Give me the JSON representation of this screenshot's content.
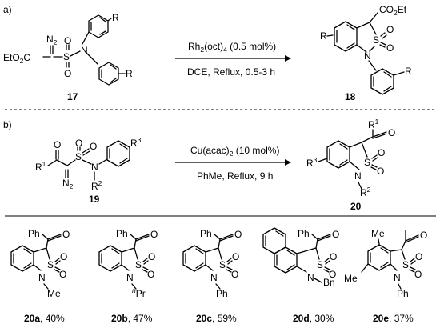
{
  "part_a": {
    "label": "a)",
    "reagent": {
      "base": "Rh",
      "s1": "2",
      "mid": "(oct)",
      "s2": "4",
      "tail": " (0.5 mol%)"
    },
    "conditions": "DCE, Reflux, 0.5-3 h",
    "substrate": {
      "number": "17",
      "N2": "N",
      "N2_sub": "2",
      "ester": "EtO",
      "ester_sub": "2",
      "ester_pre": "C",
      "R1": "R",
      "R2": "R",
      "S": "S",
      "O": "O",
      "N": "N"
    },
    "product": {
      "number": "18",
      "CO2Et": "CO",
      "CO2Et_sub": "2",
      "CO2Et_tail": "Et",
      "R1": "R",
      "R2": "R",
      "S": "S",
      "O": "O",
      "N": "N"
    }
  },
  "part_b": {
    "label": "b)",
    "reagent": {
      "base": "Cu(acac)",
      "s1": "2",
      "tail": " (10 mol%)"
    },
    "conditions": "PhMe, Reflux, 9 h",
    "substrate": {
      "number": "19",
      "R1": "R",
      "R1_sup": "1",
      "R2": "R",
      "R2_sup": "2",
      "R3": "R",
      "R3_sup": "3",
      "N2": "N",
      "N2_sub": "2",
      "S": "S",
      "O": "O",
      "N": "N"
    },
    "product": {
      "number": "20",
      "R1": "R",
      "R1_sup": "1",
      "R2": "R",
      "R2_sup": "2",
      "R3": "R",
      "R3_sup": "3",
      "S": "S",
      "O": "O",
      "N": "N"
    }
  },
  "examples": [
    {
      "id": "20a",
      "yield": ", 40%",
      "acyl": "Ph",
      "nsub": "Me"
    },
    {
      "id": "20b",
      "yield": ", 47%",
      "acyl": "Ph",
      "nsub_sup": "n",
      "nsub": "Pr"
    },
    {
      "id": "20c",
      "yield": ", 59%",
      "acyl": "Ph",
      "nsub": "Ph"
    },
    {
      "id": "20d",
      "yield": ", 30%",
      "acyl": "Ph",
      "nsub": "Bn"
    },
    {
      "id": "20e",
      "yield": ", 37%",
      "acyl": "",
      "nsub": "Ph",
      "ring_sub1": "Me",
      "ring_sub2": "Me"
    }
  ],
  "atoms": {
    "S": "S",
    "O": "O",
    "N": "N"
  }
}
